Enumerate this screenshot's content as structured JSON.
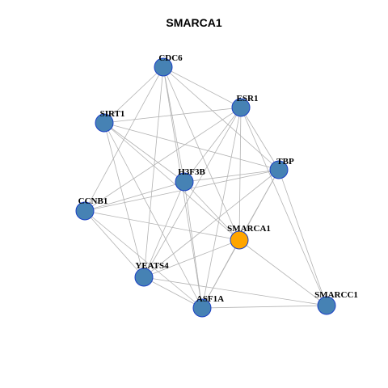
{
  "title": "SMARCA1",
  "colors": {
    "node": "#4682b4",
    "focus": "#ffa500",
    "edge": "#b3b3b3",
    "node_border": "#1a3fc4"
  },
  "nodes": [
    {
      "id": "CDC6",
      "label": "CDC6",
      "focus": false
    },
    {
      "id": "ESR1",
      "label": "ESR1",
      "focus": false
    },
    {
      "id": "SIRT1",
      "label": "SIRT1",
      "focus": false
    },
    {
      "id": "TBP",
      "label": "TBP",
      "focus": false
    },
    {
      "id": "H3F3B",
      "label": "H3F3B",
      "focus": false
    },
    {
      "id": "CCNB1",
      "label": "CCNB1",
      "focus": false
    },
    {
      "id": "SMARCA1",
      "label": "SMARCA1",
      "focus": true
    },
    {
      "id": "YEATS4",
      "label": "YEATS4",
      "focus": false
    },
    {
      "id": "ASF1A",
      "label": "ASF1A",
      "focus": false
    },
    {
      "id": "SMARCC1",
      "label": "SMARCC1",
      "focus": false
    }
  ],
  "edges": [
    [
      "CDC6",
      "ESR1"
    ],
    [
      "CDC6",
      "SIRT1"
    ],
    [
      "CDC6",
      "TBP"
    ],
    [
      "CDC6",
      "H3F3B"
    ],
    [
      "CDC6",
      "CCNB1"
    ],
    [
      "CDC6",
      "SMARCA1"
    ],
    [
      "CDC6",
      "YEATS4"
    ],
    [
      "CDC6",
      "ASF1A"
    ],
    [
      "ESR1",
      "SIRT1"
    ],
    [
      "ESR1",
      "TBP"
    ],
    [
      "ESR1",
      "H3F3B"
    ],
    [
      "ESR1",
      "CCNB1"
    ],
    [
      "ESR1",
      "SMARCA1"
    ],
    [
      "ESR1",
      "YEATS4"
    ],
    [
      "ESR1",
      "ASF1A"
    ],
    [
      "ESR1",
      "SMARCC1"
    ],
    [
      "SIRT1",
      "TBP"
    ],
    [
      "SIRT1",
      "H3F3B"
    ],
    [
      "SIRT1",
      "SMARCA1"
    ],
    [
      "SIRT1",
      "YEATS4"
    ],
    [
      "SIRT1",
      "ASF1A"
    ],
    [
      "TBP",
      "H3F3B"
    ],
    [
      "TBP",
      "CCNB1"
    ],
    [
      "TBP",
      "SMARCA1"
    ],
    [
      "TBP",
      "YEATS4"
    ],
    [
      "TBP",
      "ASF1A"
    ],
    [
      "TBP",
      "SMARCC1"
    ],
    [
      "H3F3B",
      "CCNB1"
    ],
    [
      "H3F3B",
      "SMARCA1"
    ],
    [
      "H3F3B",
      "YEATS4"
    ],
    [
      "H3F3B",
      "ASF1A"
    ],
    [
      "CCNB1",
      "SMARCA1"
    ],
    [
      "CCNB1",
      "YEATS4"
    ],
    [
      "CCNB1",
      "ASF1A"
    ],
    [
      "SMARCA1",
      "YEATS4"
    ],
    [
      "SMARCA1",
      "ASF1A"
    ],
    [
      "SMARCA1",
      "SMARCC1"
    ],
    [
      "YEATS4",
      "ASF1A"
    ],
    [
      "YEATS4",
      "SMARCC1"
    ],
    [
      "ASF1A",
      "SMARCC1"
    ]
  ]
}
